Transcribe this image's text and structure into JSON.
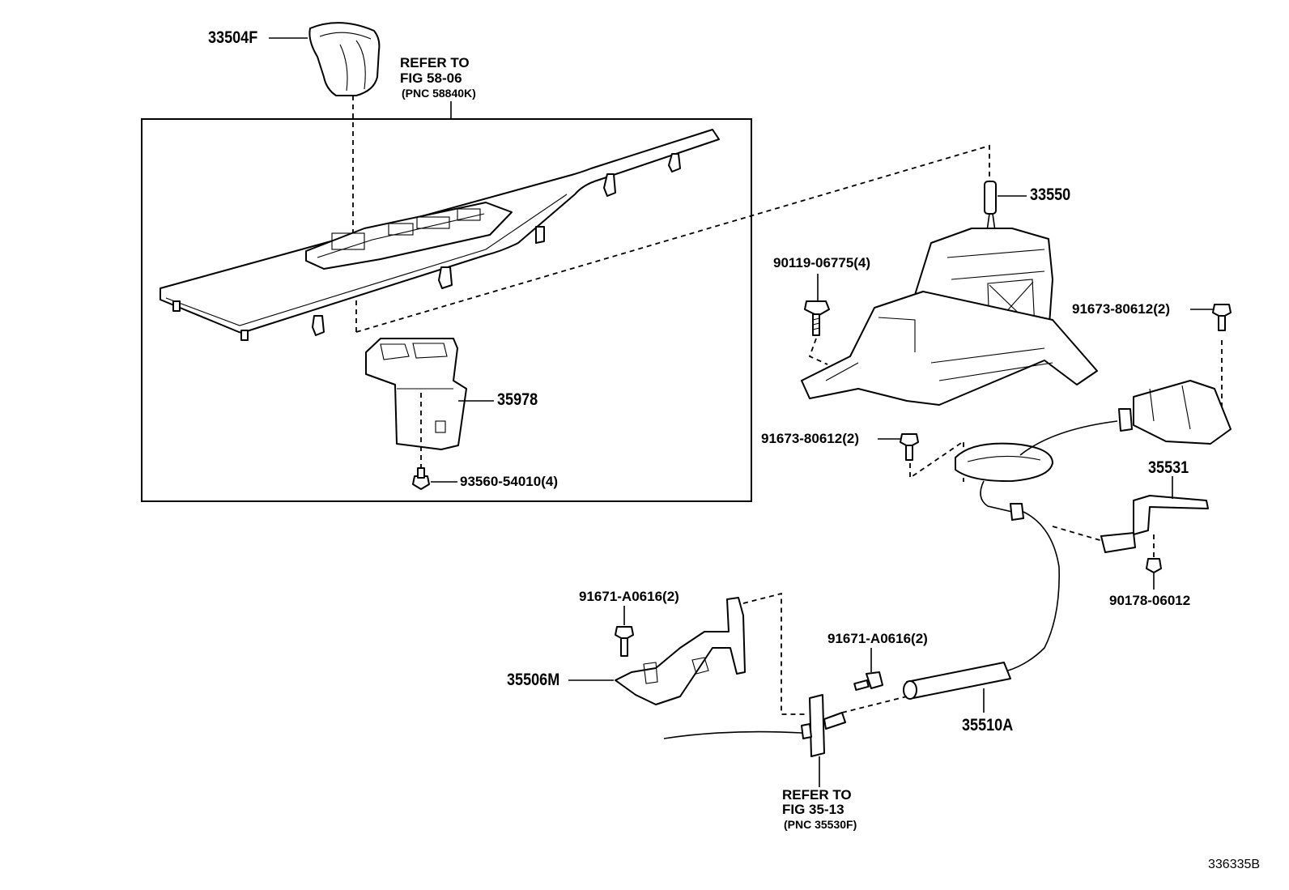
{
  "labels": {
    "p33504F": "33504F",
    "refer_top_line1": "REFER TO",
    "refer_top_line2": "FIG 58-06",
    "refer_top_line3": "(PNC 58840K)",
    "p33550": "33550",
    "p90119": "90119-06775(4)",
    "p91673_right": "91673-80612(2)",
    "p35978": "35978",
    "p91673_mid": "91673-80612(2)",
    "p93560": "93560-54010(4)",
    "p35531": "35531",
    "p90178": "90178-06012",
    "p91671_left": "91671-A0616(2)",
    "p91671_mid": "91671-A0616(2)",
    "p35506M": "35506M",
    "p35510A": "35510A",
    "refer_bot_line1": "REFER TO",
    "refer_bot_line2": "FIG 35-13",
    "refer_bot_line3": "(PNC 35530F)",
    "figure_id": "336335B"
  },
  "icons": {
    "shift_knob": "shift-knob-icon",
    "console_panel": "console-panel-icon",
    "shift_lever_assembly": "shift-lever-assembly-icon",
    "switch": "switch-icon",
    "bolt": "bolt-icon",
    "cable": "cable-icon",
    "bracket": "bracket-icon"
  }
}
